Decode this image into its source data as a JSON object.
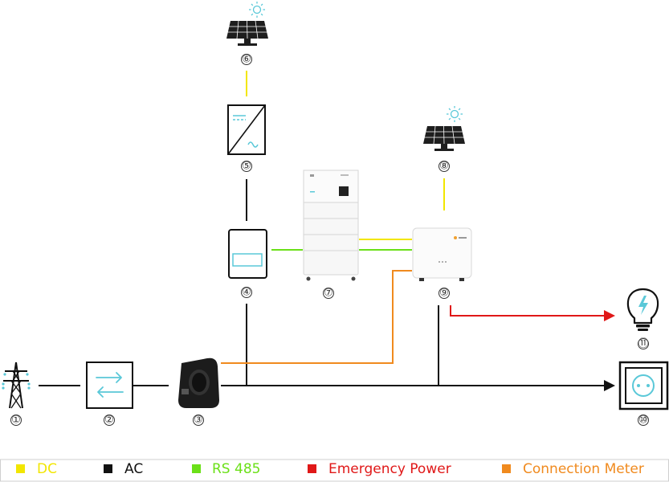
{
  "colors": {
    "dc": "#F2E600",
    "ac": "#111111",
    "rs485": "#6BE018",
    "emergency": "#E01818",
    "meter": "#F08A1E",
    "accent": "#5AC8D8"
  },
  "components": [
    {
      "id": "grid",
      "icon": "power-pylon-icon",
      "number": "①"
    },
    {
      "id": "bidirectional-meter",
      "icon": "bidirectional-arrows-icon",
      "number": "②"
    },
    {
      "id": "current-clamp",
      "icon": "current-clamp-icon",
      "number": "③"
    },
    {
      "id": "battery-management",
      "icon": "battery-controller-icon",
      "number": "④"
    },
    {
      "id": "dc-converter",
      "icon": "dc-ac-converter-icon",
      "number": "⑤"
    },
    {
      "id": "pv-array-top",
      "icon": "solar-panel-icon",
      "number": "⑥"
    },
    {
      "id": "battery-tower",
      "icon": "battery-tower-icon",
      "number": "⑦"
    },
    {
      "id": "pv-array-right",
      "icon": "solar-panel-icon",
      "number": "⑧"
    },
    {
      "id": "hybrid-inverter",
      "icon": "hybrid-inverter-icon",
      "number": "⑨"
    },
    {
      "id": "house-outlet",
      "icon": "power-outlet-icon",
      "number": "⑩"
    },
    {
      "id": "emergency-load",
      "icon": "light-bulb-icon",
      "number": "⑪"
    }
  ],
  "legend": [
    {
      "label": "DC",
      "color": "#F2E600"
    },
    {
      "label": "AC",
      "color": "#111111"
    },
    {
      "label": "RS 485",
      "color": "#6BE018"
    },
    {
      "label": "Emergency Power",
      "color": "#E01818"
    },
    {
      "label": "Connection Meter",
      "color": "#F08A1E"
    }
  ]
}
